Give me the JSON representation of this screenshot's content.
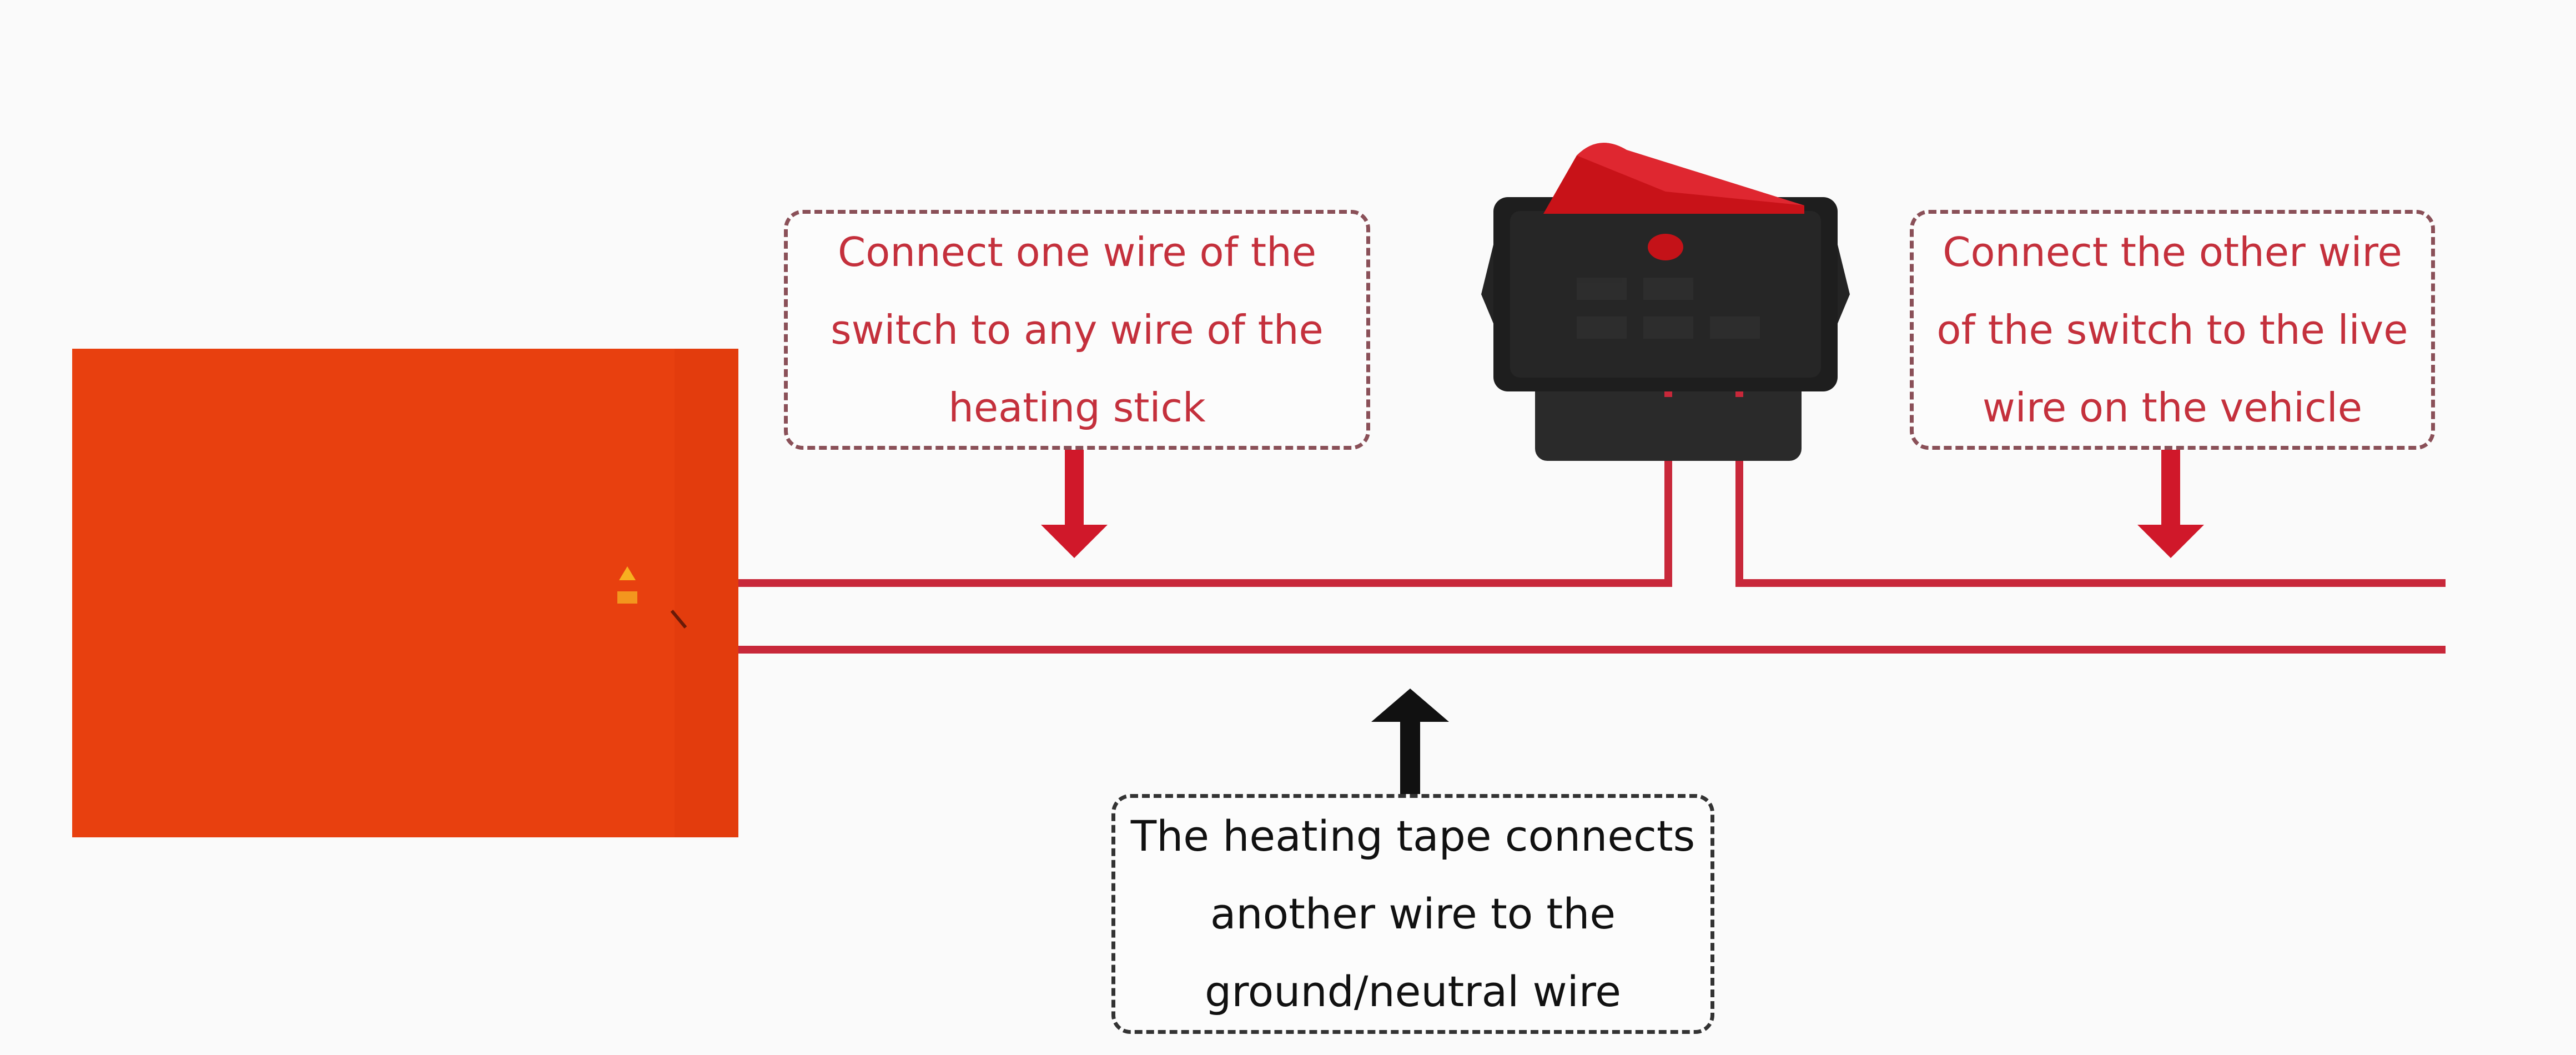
{
  "callouts": {
    "left": "Connect one wire of the\nswitch to any wire of the\nheating stick",
    "right": "Connect the other wire\nof the switch to the live\nwire on the vehicle",
    "bottom": "The heating tape connects\nanother wire to the\nground/neutral wire"
  },
  "colors": {
    "heater": "#e8400f",
    "wire": "#c8283a",
    "arrow_red": "#d0182a",
    "arrow_dark": "#111111",
    "switch_body": "#1e1e1e",
    "switch_rocker": "#c81218",
    "background": "#fafafa"
  },
  "icons": {
    "heater_label": "warning-icon",
    "switch": "rocker-switch-icon"
  }
}
